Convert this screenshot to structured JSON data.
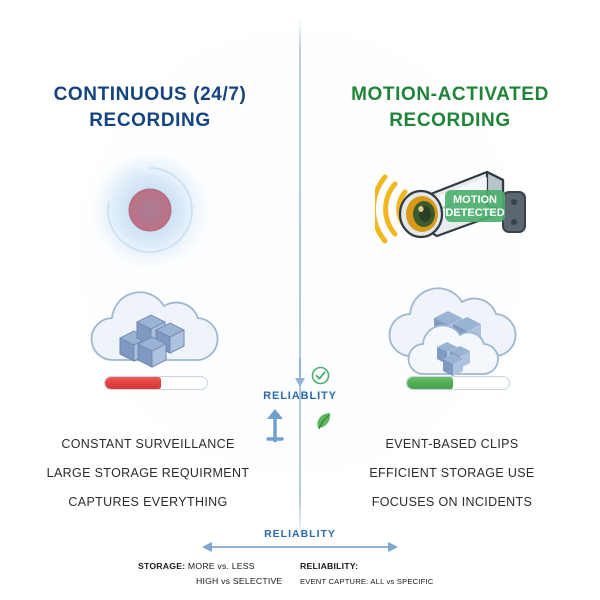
{
  "colors": {
    "left_accent": "#14447f",
    "right_accent": "#1f8437",
    "divider": "#aec8dc",
    "center_label": "#2a6bac",
    "bar_left": "#e24040",
    "bar_right": "#4eab52",
    "badge": "#4caf6d"
  },
  "left": {
    "title_line1": "CONTINUOUS (24/7)",
    "title_line2": "RECORDING",
    "record_icon": "record-loop-icon",
    "cloud_icon": "cloud-storage-full-icon",
    "bar_percent": 55,
    "features": [
      "CONSTANT SURVEILLANCE",
      "LARGE STORAGE REQUIRMENT",
      "CAPTURES EVERYTHING"
    ]
  },
  "right": {
    "title_line1": "MOTION-ACTIVATED",
    "title_line2": "RECORDING",
    "camera_icon": "security-camera-icon",
    "badge_line1": "MOTION",
    "badge_line2": "DETECTED",
    "cloud_icon": "cloud-storage-partial-icon",
    "bar_percent": 45,
    "features": [
      "EVENT-BASED CLIPS",
      "EFFICIENT STORAGE USE",
      "FOCUSES ON INCIDENTS"
    ]
  },
  "center": {
    "label": "RELIABLITY",
    "check_icon": "check-circle-icon",
    "leaf_icon": "leaf-icon",
    "arrow_down_icon": "arrow-down-icon",
    "arrow_up_icon": "arrow-up-icon"
  },
  "bottom": {
    "label": "RELIABLITY",
    "scale_icon": "double-headed-arrow-icon",
    "legend": {
      "storage_key": "STORAGE:",
      "storage_value": "MORE  vs. LESS",
      "storage_value2": "HIGH vs SELECTIVE",
      "reliability_key": "RELIABILITY:",
      "reliability_value": "EVENT CAPTURE: ALL vs SPECIFIC"
    }
  }
}
